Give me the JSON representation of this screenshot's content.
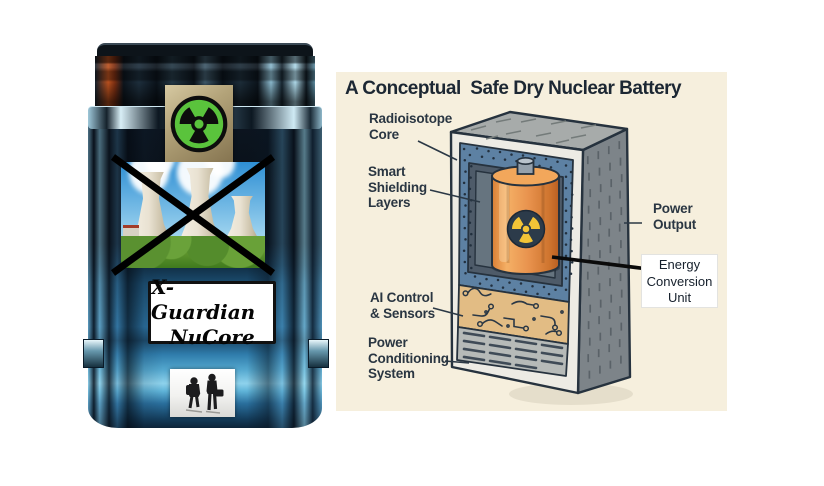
{
  "product": {
    "brand": [
      "X-Guardian",
      "NuCore"
    ],
    "icons": {
      "top_badge": "radiation-trefoil-icon",
      "crossed_image": "no-nuclear-plant-icon",
      "bottom_image": "people-silhouettes-icon"
    },
    "colors": {
      "glass_blue": "#2e7cab",
      "radiation_green": "#5ac33c",
      "plate_bg": "#ffffff"
    }
  },
  "diagram": {
    "title": "A Conceptual  Safe Dry Nuclear Battery",
    "callouts": [
      {
        "id": "radioisotope-core",
        "lines": [
          "Radioisotope",
          "Core"
        ]
      },
      {
        "id": "smart-shielding-layers",
        "lines": [
          "Smart",
          "Shielding",
          "Layers"
        ]
      },
      {
        "id": "ai-control-sensors",
        "lines": [
          "AI Control",
          "& Sensors"
        ]
      },
      {
        "id": "power-conditioning-system",
        "lines": [
          "Power",
          "Conditioning",
          "System"
        ]
      },
      {
        "id": "power-output",
        "lines": [
          "Power",
          "Output"
        ]
      },
      {
        "id": "energy-conversion-unit",
        "lines": [
          "Energy",
          "Conversion",
          "Unit"
        ]
      }
    ],
    "icons": {
      "core_badge": "radiation-trefoil-icon"
    },
    "colors": {
      "panel_bg": "#f6efdd",
      "title_text": "#1c2733",
      "label_text": "#2a3642",
      "shielding_blue": "#5d81a3",
      "core_orange": "#e8944d",
      "circuit_tan": "#e2bc84",
      "vent_gray": "#b6bab8",
      "outline": "#2b3845"
    }
  }
}
